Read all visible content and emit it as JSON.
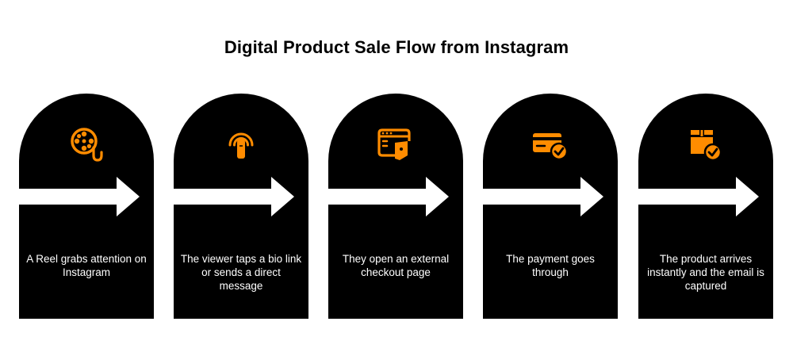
{
  "title": "Digital Product Sale Flow from Instagram",
  "colors": {
    "card": "#000000",
    "accent": "#ff8c00",
    "arrow": "#ffffff",
    "text": "#ffffff"
  },
  "steps": [
    {
      "icon": "film-reel-icon",
      "text": "A Reel grabs attention on Instagram"
    },
    {
      "icon": "tap-touch-icon",
      "text": "The viewer taps a bio link or sends a direct message"
    },
    {
      "icon": "browser-checkout-icon",
      "text": "They open an external checkout page"
    },
    {
      "icon": "credit-card-check-icon",
      "text": "The payment goes through"
    },
    {
      "icon": "package-check-icon",
      "text": "The product arrives instantly and the email is captured"
    }
  ]
}
